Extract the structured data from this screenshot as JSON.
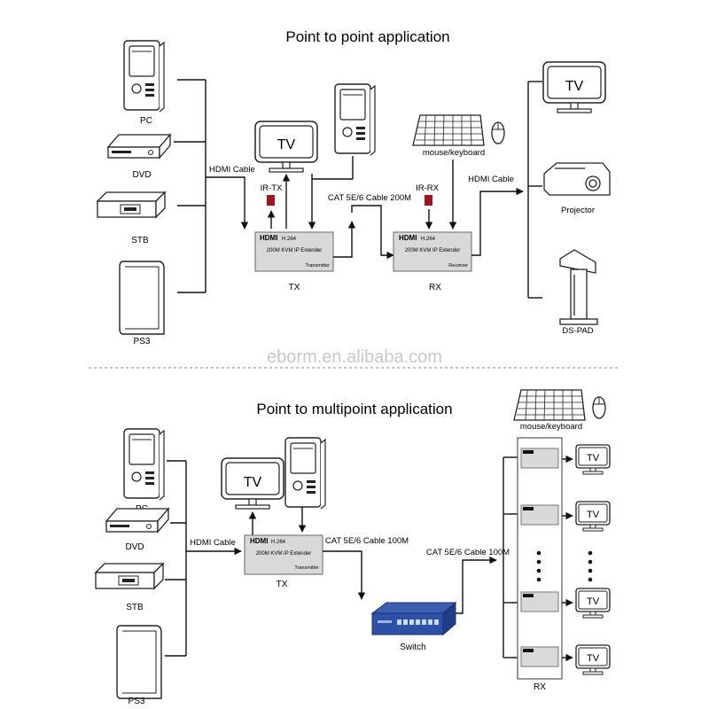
{
  "top": {
    "title": "Point to point application",
    "sources": [
      "PC",
      "DVD",
      "STB",
      "PS3"
    ],
    "cable_in": "HDMI Cable",
    "local_tv": "TV",
    "ir_tx": "IR-TX",
    "ir_rx": "IR-RX",
    "cat_cable": "CAT 5E/6 Cable 200M",
    "tx_box": {
      "brand": "HDMI",
      "codec": "H.264",
      "model": "200M KVM IP Extender",
      "role": "Transmitter"
    },
    "rx_box": {
      "brand": "HDMI",
      "codec": "H.264",
      "model": "200M KVM IP Extender",
      "role": "Receiver"
    },
    "tx_label": "TX",
    "rx_label": "RX",
    "mouse_keyboard": "mouse/keyboard",
    "cable_out": "HDMI Cable",
    "outputs": [
      "TV",
      "Projector",
      "DS-PAD"
    ],
    "tv_screen": "TV"
  },
  "watermark": "eborm.en.alibaba.com",
  "bottom": {
    "title": "Point to multipoint  application",
    "sources": [
      "PC",
      "DVD",
      "STB",
      "PS3"
    ],
    "cable_in": "HDMI Cable",
    "local_tv": "TV",
    "cat_cable_1": "CAT 5E/6 Cable 100M",
    "cat_cable_2": "CAT 5E/6 Cable 100M",
    "tx_box": {
      "brand": "HDMI",
      "codec": "H.264",
      "model": "200M KVM IP Extender",
      "role": "Transmitter"
    },
    "tx_label": "TX",
    "switch_label": "Switch",
    "mouse_keyboard": "mouse/keyboard",
    "rx_label": "RX",
    "rx_tvs": [
      "TV",
      "TV",
      "TV",
      "TV"
    ]
  }
}
